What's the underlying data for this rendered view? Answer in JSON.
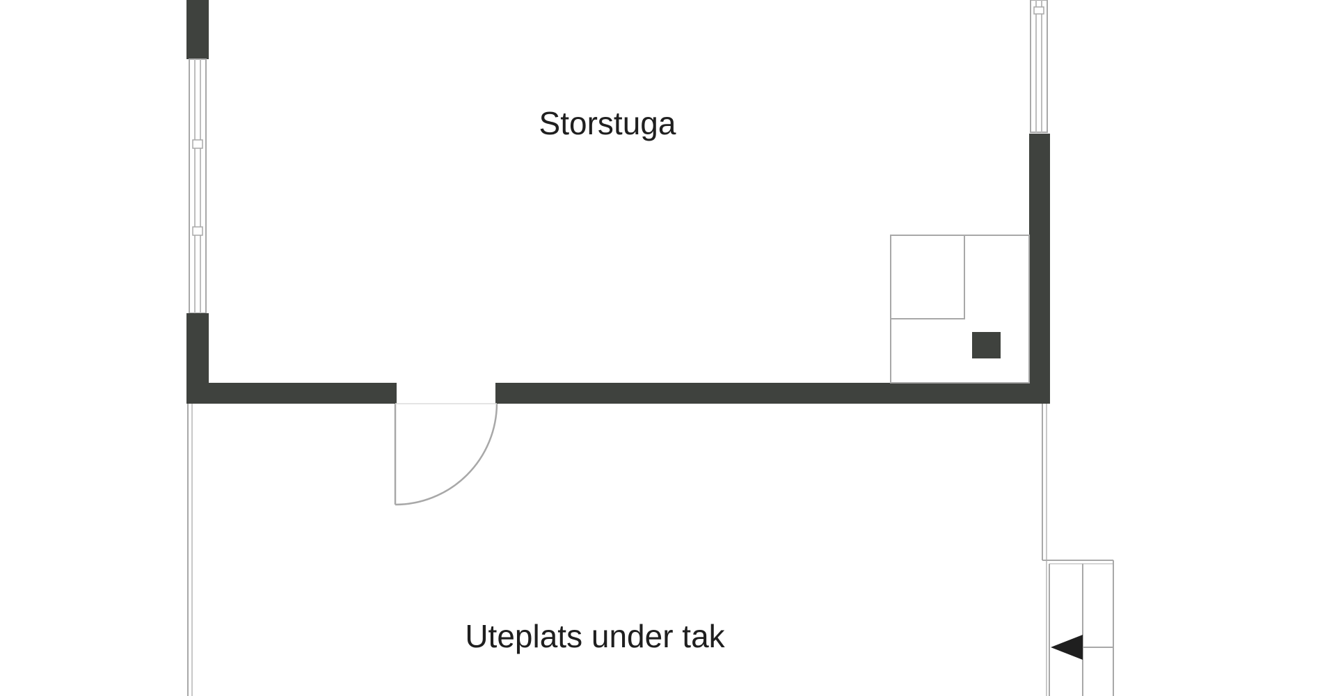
{
  "rooms": [
    {
      "id": "storstuga",
      "label": "Storstuga"
    },
    {
      "id": "uteplats",
      "label": "Uteplats under tak"
    }
  ],
  "colors": {
    "wall": "#3f423e",
    "line": "#a8a8a8",
    "window": "#c8c8c8",
    "text": "#1f1f1f",
    "background": "#ffffff"
  }
}
